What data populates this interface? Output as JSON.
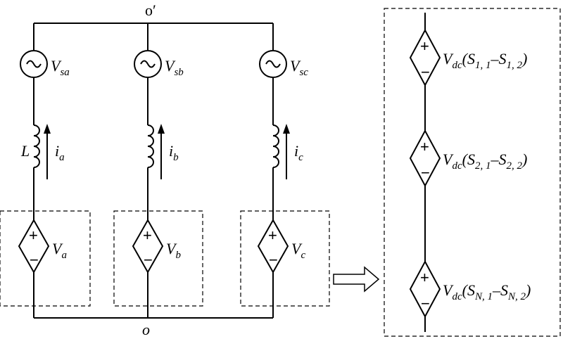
{
  "nodes": {
    "top": "o′",
    "bottom": "o"
  },
  "inductor_label": "L",
  "phases": [
    {
      "source": "V",
      "source_sub": "sa",
      "current": "i",
      "current_sub": "a",
      "converter": "V",
      "converter_sub": "a"
    },
    {
      "source": "V",
      "source_sub": "sb",
      "current": "i",
      "current_sub": "b",
      "converter": "V",
      "converter_sub": "b"
    },
    {
      "source": "V",
      "source_sub": "sc",
      "current": "i",
      "current_sub": "c",
      "converter": "V",
      "converter_sub": "c"
    }
  ],
  "cells": [
    {
      "base": "V",
      "base_sub": "dc",
      "open": "(",
      "s1": "S",
      "s1_sub": "1, 1",
      "dash": "–",
      "s2": "S",
      "s2_sub": "1, 2",
      "close": ")"
    },
    {
      "base": "V",
      "base_sub": "dc",
      "open": "(",
      "s1": "S",
      "s1_sub": "2, 1",
      "dash": "–",
      "s2": "S",
      "s2_sub": "2, 2",
      "close": ")"
    },
    {
      "base": "V",
      "base_sub": "dc",
      "open": "(",
      "s1": "S",
      "s1_sub": "N, 1",
      "dash": "–",
      "s2": "S",
      "s2_sub": "N, 2",
      "close": ")"
    }
  ],
  "signs": {
    "plus": "+",
    "minus": "−"
  }
}
